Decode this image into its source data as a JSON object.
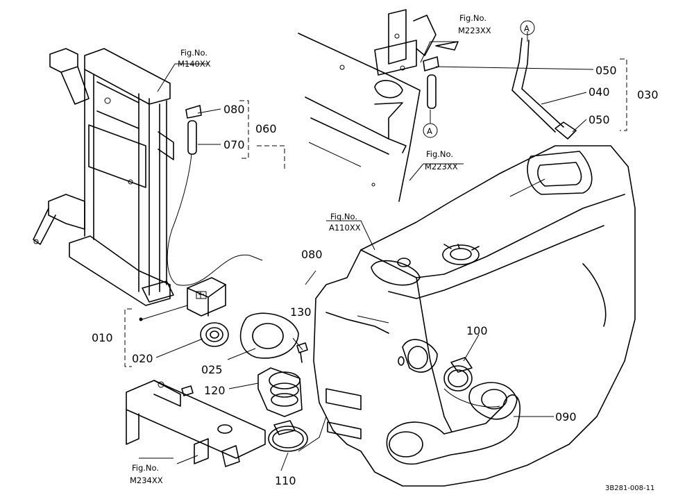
{
  "diagram": {
    "callouts": {
      "p010": "010",
      "p020": "020",
      "p025": "025",
      "p030": "030",
      "p040": "040",
      "p050a": "050",
      "p050b": "050",
      "p060": "060",
      "p070": "070",
      "p080a": "080",
      "p080b": "080",
      "p090": "090",
      "p100": "100",
      "p110": "110",
      "p120": "120",
      "p130": "130"
    },
    "fig_refs": {
      "m140": {
        "label": "Fig.No.",
        "number": "M140XX"
      },
      "m223_top": {
        "label": "Fig.No.",
        "number": "M223XX"
      },
      "m223_mid": {
        "label": "Fig.No.",
        "number": "M223XX"
      },
      "a110": {
        "label": "Fig.No.",
        "number": "A110XX"
      },
      "m234": {
        "label": "Fig.No.",
        "number": "M234XX"
      }
    },
    "connectors": {
      "a_top": "A",
      "a_bottom": "A"
    },
    "drawing_code": "3B281-008-11"
  }
}
